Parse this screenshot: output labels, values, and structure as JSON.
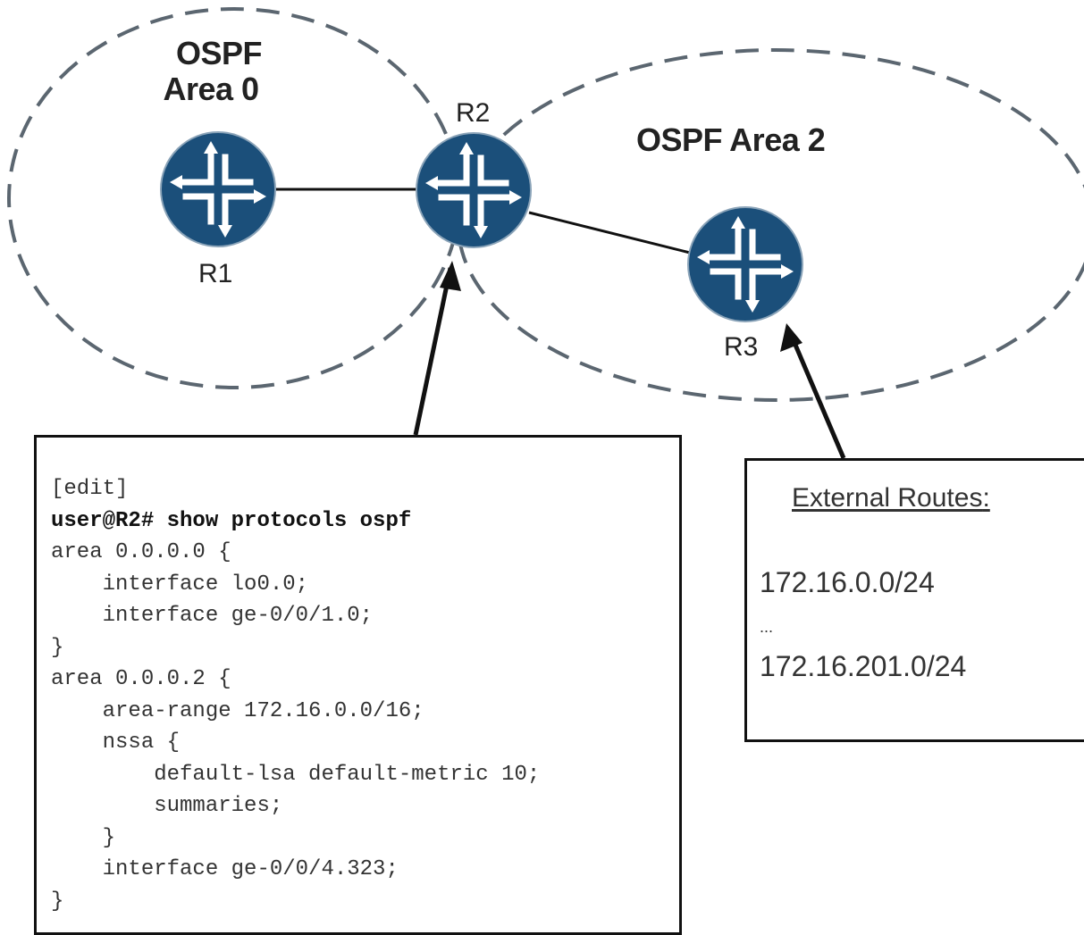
{
  "areas": {
    "area0_title": [
      "OSPF",
      "Area 0"
    ],
    "area2_title": "OSPF Area 2"
  },
  "routers": [
    {
      "id": "R1",
      "label": "R1"
    },
    {
      "id": "R2",
      "label": "R2"
    },
    {
      "id": "R3",
      "label": "R3"
    }
  ],
  "links": [
    {
      "from": "R1",
      "to": "R2"
    },
    {
      "from": "R2",
      "to": "R3"
    }
  ],
  "config": {
    "lines": [
      {
        "text": "[edit]",
        "bold": false
      },
      {
        "text": "user@R2# show protocols ospf",
        "bold": true
      },
      {
        "text": "area 0.0.0.0 {",
        "bold": false
      },
      {
        "text": "    interface lo0.0;",
        "bold": false
      },
      {
        "text": "    interface ge-0/0/1.0;",
        "bold": false
      },
      {
        "text": "}",
        "bold": false
      },
      {
        "text": "area 0.0.0.2 {",
        "bold": false
      },
      {
        "text": "    area-range 172.16.0.0/16;",
        "bold": false
      },
      {
        "text": "    nssa {",
        "bold": false
      },
      {
        "text": "        default-lsa default-metric 10;",
        "bold": false
      },
      {
        "text": "        summaries;",
        "bold": false
      },
      {
        "text": "    }",
        "bold": false
      },
      {
        "text": "    interface ge-0/0/4.323;",
        "bold": false
      },
      {
        "text": "}",
        "bold": false
      }
    ]
  },
  "external_routes": {
    "heading": "External Routes",
    "heading_suffix": ":",
    "first": "172.16.0.0/24",
    "ellipsis": "...",
    "last": "172.16.201.0/24"
  },
  "colors": {
    "router_fill": "#1b4f7a",
    "router_arrow": "#ffffff",
    "dash_stroke": "#5b6670",
    "line": "#111111"
  },
  "icons": {
    "router": "router-icon"
  }
}
